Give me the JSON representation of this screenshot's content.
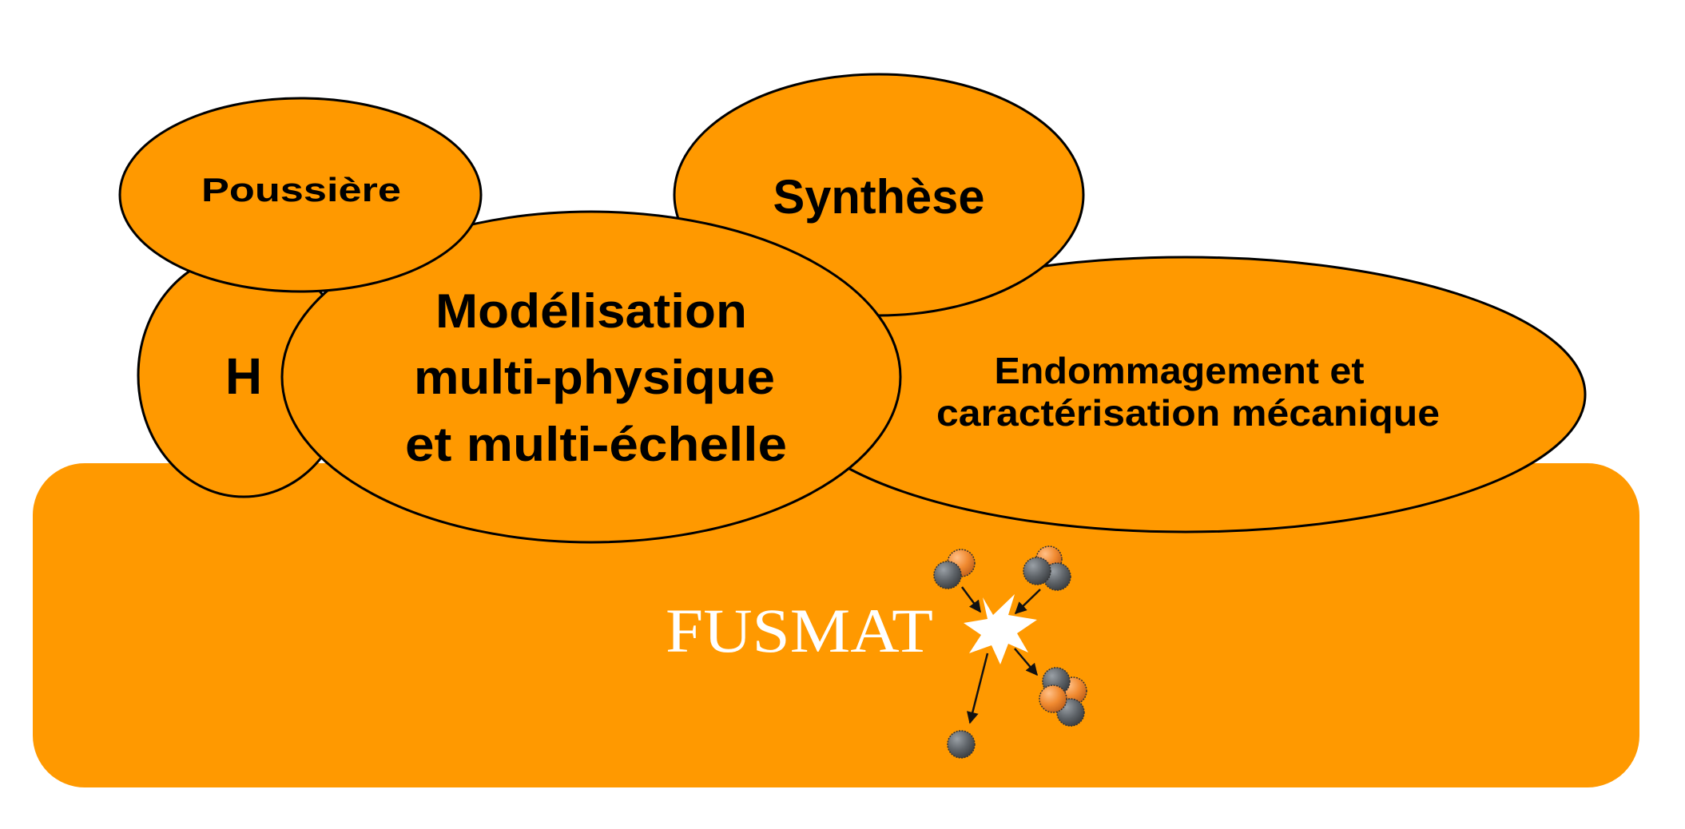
{
  "diagram": {
    "title": "FUSMAT",
    "colors": {
      "bubble_fill": "#FF9900",
      "bubble_stroke": "#000000",
      "logo_text": "#FFFFFF",
      "proton": "#F08A30",
      "neutron": "#5A5E62",
      "flash": "#FFFFFF"
    },
    "bubbles": [
      {
        "id": "poussiere",
        "lines": [
          "Poussière"
        ]
      },
      {
        "id": "h",
        "lines": [
          "H"
        ]
      },
      {
        "id": "synthese",
        "lines": [
          "Synthèse"
        ]
      },
      {
        "id": "endommagement",
        "lines": [
          "Endommagement et",
          "caractérisation mécanique"
        ]
      },
      {
        "id": "modelisation",
        "lines": [
          "Modélisation",
          "multi-physique",
          "et multi-échelle"
        ]
      }
    ],
    "logo": {
      "text": "FUSMAT",
      "icon": "fusion-reaction-icon",
      "reactants": [
        "deuterium",
        "tritium"
      ],
      "products": [
        "neutron",
        "helium"
      ]
    }
  }
}
